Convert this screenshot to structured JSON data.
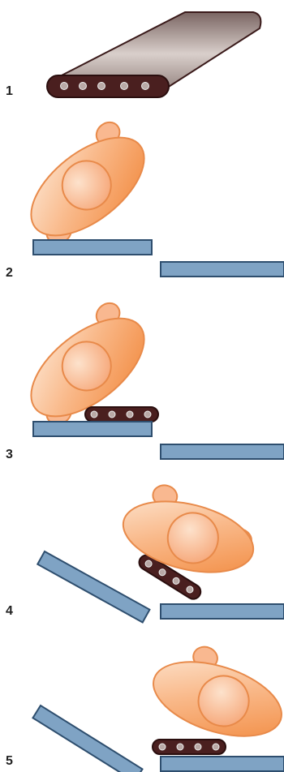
{
  "steps": [
    {
      "number": "1",
      "label": "roller-board"
    },
    {
      "number": "2",
      "label": "patient-on-table"
    },
    {
      "number": "3",
      "label": "board-placed"
    },
    {
      "number": "4",
      "label": "patient-rolled"
    },
    {
      "number": "5",
      "label": "transfer-complete"
    }
  ],
  "colors": {
    "board_fill": "#7fa3c4",
    "board_stroke": "#2e4e6e",
    "roller_dark": "#4a1f1f",
    "roller_light": "#8a6b66",
    "body_fill": "#f7a86a",
    "body_light": "#fde0c8",
    "head_fill": "#f9b890"
  }
}
